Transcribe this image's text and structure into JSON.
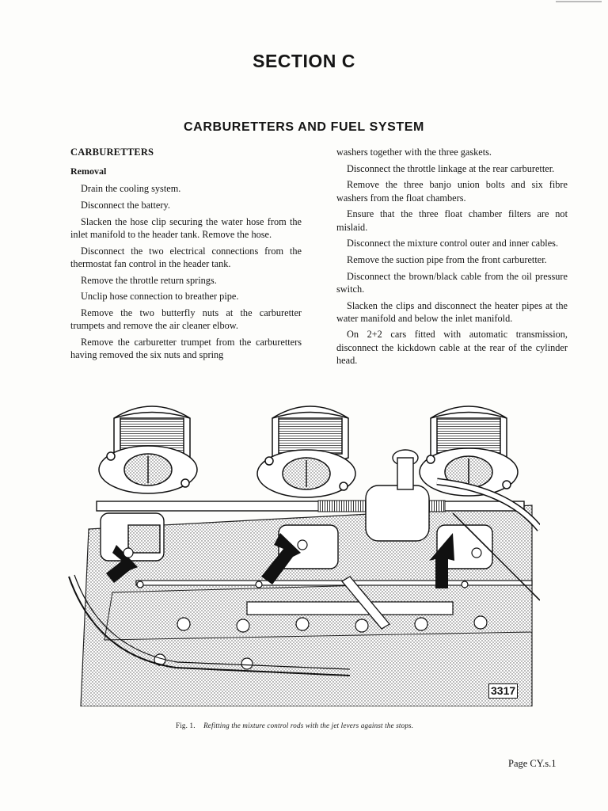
{
  "section_title": "SECTION C",
  "chapter_title": "CARBURETTERS AND FUEL SYSTEM",
  "left_column": {
    "heading": "CARBURETTERS",
    "subheading": "Removal",
    "paragraphs": [
      "Drain the cooling system.",
      "Disconnect the battery.",
      "Slacken the hose clip securing the water hose from the inlet manifold to the header tank.  Remove the hose.",
      "Disconnect the two electrical connections from the thermostat fan control in the header tank.",
      "Remove the throttle return springs.",
      "Unclip hose connection to breather pipe.",
      "Remove the two butterfly nuts at the carburetter trumpets and remove the air cleaner elbow.",
      "Remove the carburetter trumpet from the carburetters having removed the six nuts and spring"
    ]
  },
  "right_column": {
    "continuation": "washers together with the three gaskets.",
    "paragraphs": [
      "Disconnect the throttle linkage at the rear carburetter.",
      "Remove the three banjo union bolts and six fibre washers from the float chambers.",
      "Ensure that the three float chamber filters are not mislaid.",
      "Disconnect the mixture control outer and inner cables.",
      "Remove the suction pipe from the front carburetter.",
      "Disconnect the brown/black cable from the oil pressure switch.",
      "Slacken the clips and disconnect the heater pipes at the water manifold and below the inlet manifold.",
      "On 2+2 cars fitted with automatic transmission, disconnect the kickdown cable at the rear of the cylinder head."
    ]
  },
  "figure": {
    "number": "3317",
    "caption_label": "Fig. 1.",
    "caption_text": "Refitting the mixture control rods with the jet levers against the stops."
  },
  "page_number": "Page CY.s.1"
}
